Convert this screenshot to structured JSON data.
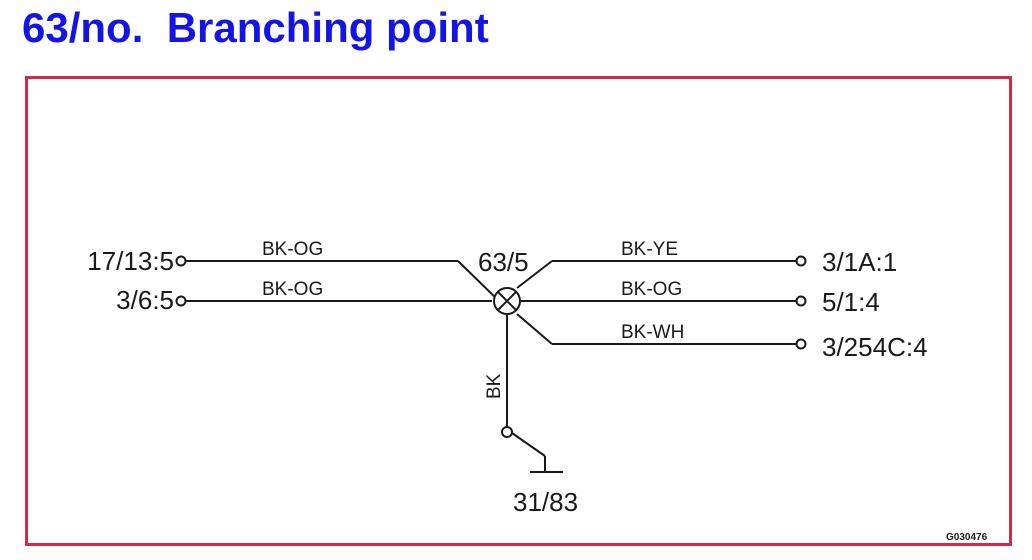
{
  "title": "63/no.  Branching point",
  "junction": "63/5",
  "left_terminals": [
    "17/13:5",
    "3/6:5"
  ],
  "left_wires": [
    "BK-OG",
    "BK-OG"
  ],
  "right_terminals": [
    "3/1A:1",
    "5/1:4",
    "3/254C:4"
  ],
  "right_wires": [
    "BK-YE",
    "BK-OG",
    "BK-WH"
  ],
  "ground_wire": "BK",
  "ground_label": "31/83",
  "figure_code": "G030476",
  "colors": {
    "title": "#1414e6",
    "frame": "#d42a4a",
    "line": "#1a1a1a"
  }
}
